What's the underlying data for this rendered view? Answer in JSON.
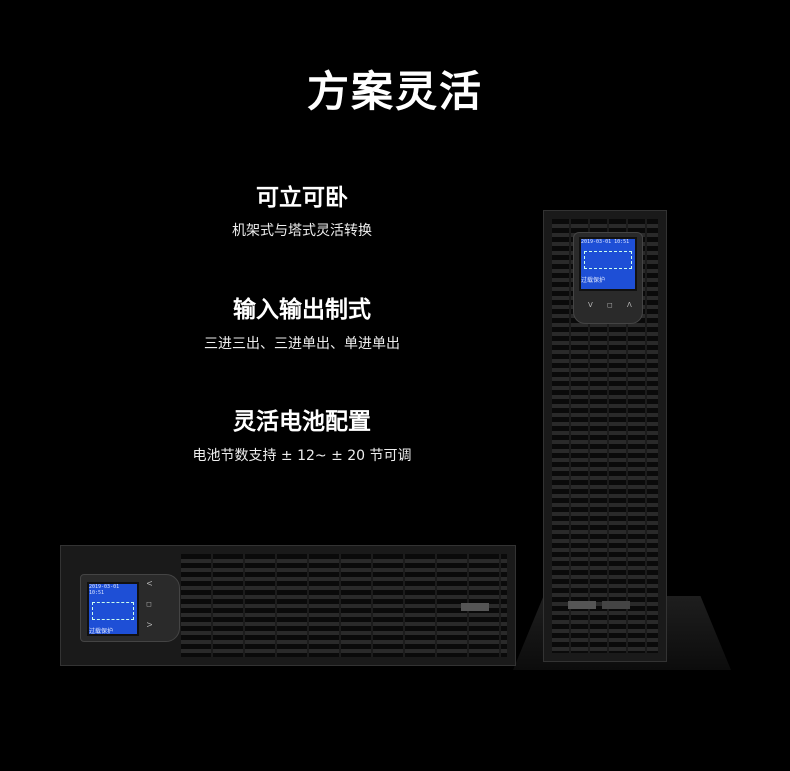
{
  "title": "方案灵活",
  "features": [
    {
      "heading": "可立可卧",
      "desc": "机架式与塔式灵活转换"
    },
    {
      "heading": "输入输出制式",
      "desc": "三进三出、三进单出、单进单出"
    },
    {
      "heading": "灵活电池配置",
      "desc": "电池节数支持 ± 12~ ± 20 节可调"
    }
  ],
  "lcd": {
    "datetime": "2019-03-01  10:51",
    "status": "过载保护",
    "buttons": "V ◻ Λ"
  }
}
